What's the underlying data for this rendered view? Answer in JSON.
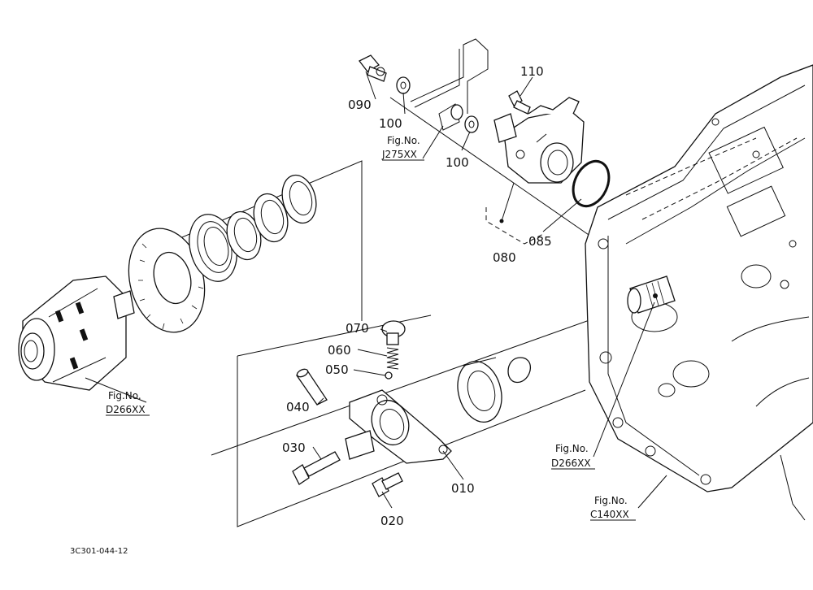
{
  "figure_code": "3C301-044-12",
  "part_labels": {
    "p010": "010",
    "p020": "020",
    "p030": "030",
    "p040": "040",
    "p050": "050",
    "p060": "060",
    "p070": "070",
    "p080": "080",
    "p085": "085",
    "p090": "090",
    "p100a": "100",
    "p100b": "100",
    "p110": "110"
  },
  "references": {
    "ref_j275": {
      "caption": "Fig.No.",
      "code": "J275XX"
    },
    "ref_d266_left": {
      "caption": "Fig.No.",
      "code": "D266XX"
    },
    "ref_d266_right": {
      "caption": "Fig.No.",
      "code": "D266XX"
    },
    "ref_c140": {
      "caption": "Fig.No.",
      "code": "C140XX"
    }
  }
}
